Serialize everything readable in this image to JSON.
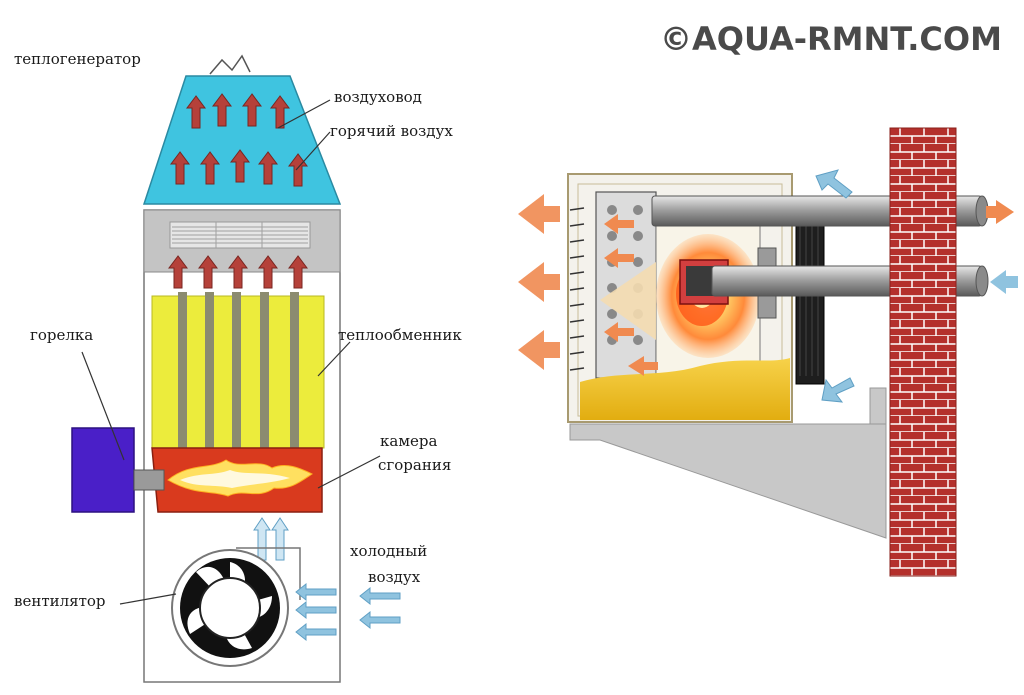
{
  "watermark": "©AQUA-RMNT.COM",
  "labels": {
    "heat_generator": "теплогенератор",
    "air_duct": "воздуховод",
    "hot_air": "горячий воздух",
    "burner": "горелка",
    "heat_exchanger": "теплообменник",
    "combustion_chamber_1": "камера",
    "combustion_chamber_2": "сгорания",
    "cold_air_1": "холодный",
    "cold_air_2": "воздух",
    "fan": "вентилятор"
  },
  "colors": {
    "duct": "#3fc4e0",
    "hot_arrow": "#b5413a",
    "exchanger": "#ecec3c",
    "chamber": "#d93a1e",
    "burner_box": "#4a1fc8",
    "cold_arrow": "#8fc3df",
    "brick": "#b4302c",
    "sand": "#f2c21f",
    "concrete": "#c8c8c8"
  }
}
